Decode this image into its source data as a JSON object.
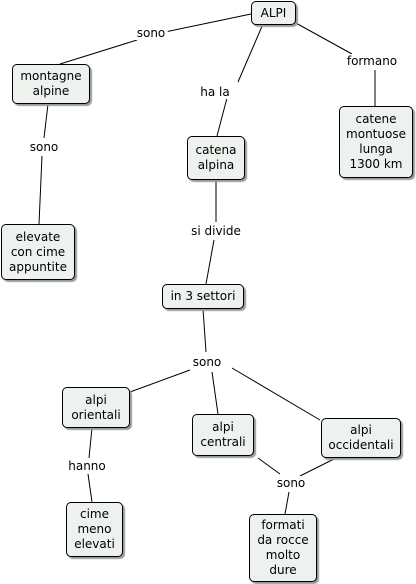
{
  "nodes": {
    "alpi": "ALPI",
    "montagne_alpine": "montagne\nalpine",
    "catena_alpina": "catena\nalpina",
    "catene_montuose": "catene\nmontuose\nlunga\n1300 km",
    "elevate": "elevate\ncon cime\nappuntite",
    "settori": "in 3 settori",
    "alpi_orientali": "alpi\norientali",
    "alpi_centrali": "alpi\ncentrali",
    "alpi_occidentali": "alpi\noccidentali",
    "cime_meno_elevati": "cime\nmeno\nelevati",
    "formati_rocce": "formati\nda rocce\nmolto\ndure"
  },
  "links": {
    "sono_1": "sono",
    "ha_la": "ha la",
    "formano": "formano",
    "sono_2": "sono",
    "si_divide": "si divide",
    "sono_3": "sono",
    "hanno": "hanno",
    "sono_4": "sono"
  },
  "colors": {
    "node_fill": "#eef2ee",
    "border": "#000000",
    "shadow": "#9a9a9a"
  }
}
